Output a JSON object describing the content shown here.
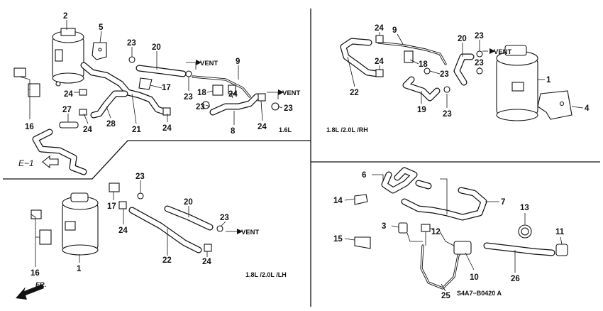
{
  "sections": {
    "s16": "1.6L",
    "rh": "1.8L /2.0L /RH",
    "lh": "1.8L /2.0L /LH"
  },
  "vent": "VENT",
  "e1": "E−1",
  "fr": "FR.",
  "code": "S4A7−B0420 A",
  "labels": {
    "s16_2": "2",
    "s16_5": "5",
    "s16_23a": "23",
    "s16_20": "20",
    "s16_9": "9",
    "s16_17": "17",
    "s16_24a": "24",
    "s16_23b": "23",
    "s16_18": "18",
    "s16_24b": "24",
    "s16_23c": "23",
    "s16_23d": "23",
    "s16_27": "27",
    "s16_24c": "24",
    "s16_28": "28",
    "s16_21": "21",
    "s16_24d": "24",
    "s16_8": "8",
    "s16_24e": "24",
    "s16_16": "16",
    "rh_24a": "24",
    "rh_9": "9",
    "rh_24b": "24",
    "rh_22": "22",
    "rh_18": "18",
    "rh_23a": "23",
    "rh_19": "19",
    "rh_23b": "23",
    "rh_20": "20",
    "rh_23c": "23",
    "rh_23d": "23",
    "rh_1": "1",
    "rh_4": "4",
    "lh_23a": "23",
    "lh_17": "17",
    "lh_24a": "24",
    "lh_20": "20",
    "lh_23b": "23",
    "lh_22": "22",
    "lh_24b": "24",
    "lh_16": "16",
    "lh_1": "1",
    "bt_6": "6",
    "bt_14": "14",
    "bt_7": "7",
    "bt_3": "3",
    "bt_12": "12",
    "bt_13": "13",
    "bt_15": "15",
    "bt_11": "11",
    "bt_10": "10",
    "bt_26": "26",
    "bt_25": "25"
  }
}
